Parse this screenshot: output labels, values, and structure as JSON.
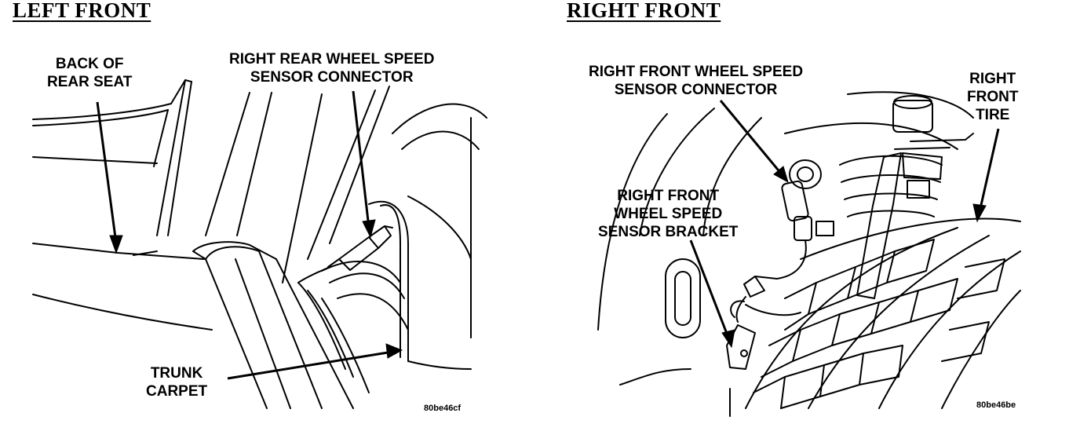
{
  "left_panel": {
    "heading": "LEFT FRONT",
    "labels": {
      "back_of_rear_seat": [
        "BACK OF",
        "REAR SEAT"
      ],
      "sensor_connector": [
        "RIGHT REAR WHEEL SPEED",
        "SENSOR CONNECTOR"
      ],
      "trunk_carpet": [
        "TRUNK",
        "CARPET"
      ]
    },
    "figure_id": "80be46cf"
  },
  "right_panel": {
    "heading": "RIGHT FRONT",
    "labels": {
      "sensor_connector": [
        "RIGHT FRONT WHEEL SPEED",
        "SENSOR CONNECTOR"
      ],
      "front_tire": [
        "RIGHT",
        "FRONT",
        "TIRE"
      ],
      "sensor_bracket": [
        "RIGHT FRONT",
        "WHEEL SPEED",
        "SENSOR BRACKET"
      ]
    },
    "figure_id": "80be46be"
  },
  "colors": {
    "ink": "#000000",
    "paper": "#ffffff"
  }
}
